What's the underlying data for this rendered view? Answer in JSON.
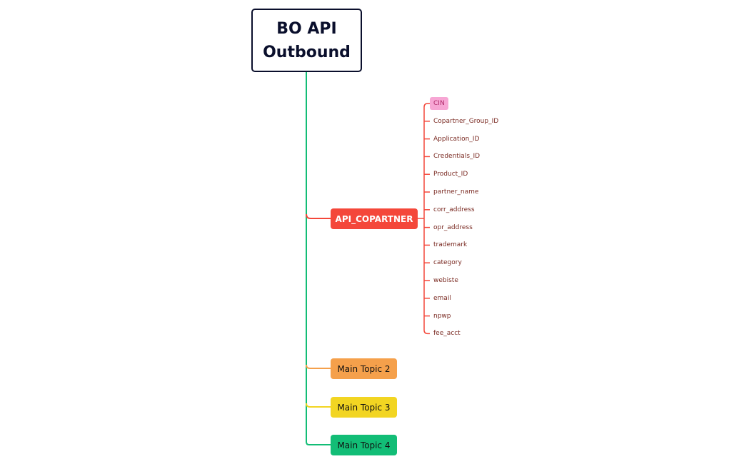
{
  "mindmap": {
    "root": {
      "title": "BO API\nOutbound",
      "border_color": "#0a0f2c"
    },
    "topics": [
      {
        "label": "API_COPARTNER",
        "color": "#f4473a",
        "children": [
          {
            "label": "CIN",
            "highlight_color": "#f7a6d4"
          },
          {
            "label": "Copartner_Group_ID"
          },
          {
            "label": "Application_ID"
          },
          {
            "label": "Credentials_ID"
          },
          {
            "label": "Product_ID"
          },
          {
            "label": "partner_name"
          },
          {
            "label": "corr_address"
          },
          {
            "label": "opr_address"
          },
          {
            "label": "trademark"
          },
          {
            "label": "category"
          },
          {
            "label": "webiste"
          },
          {
            "label": "email"
          },
          {
            "label": "npwp"
          },
          {
            "label": "fee_acct"
          }
        ]
      },
      {
        "label": "Main Topic 2",
        "color": "#f5a04b"
      },
      {
        "label": "Main Topic 3",
        "color": "#f2d522"
      },
      {
        "label": "Main Topic 4",
        "color": "#12bd76"
      }
    ],
    "colors": {
      "trunk": "#12bd76",
      "subtopic_text": "#7a2a22",
      "subtopic_branch": "#f4473a"
    }
  }
}
